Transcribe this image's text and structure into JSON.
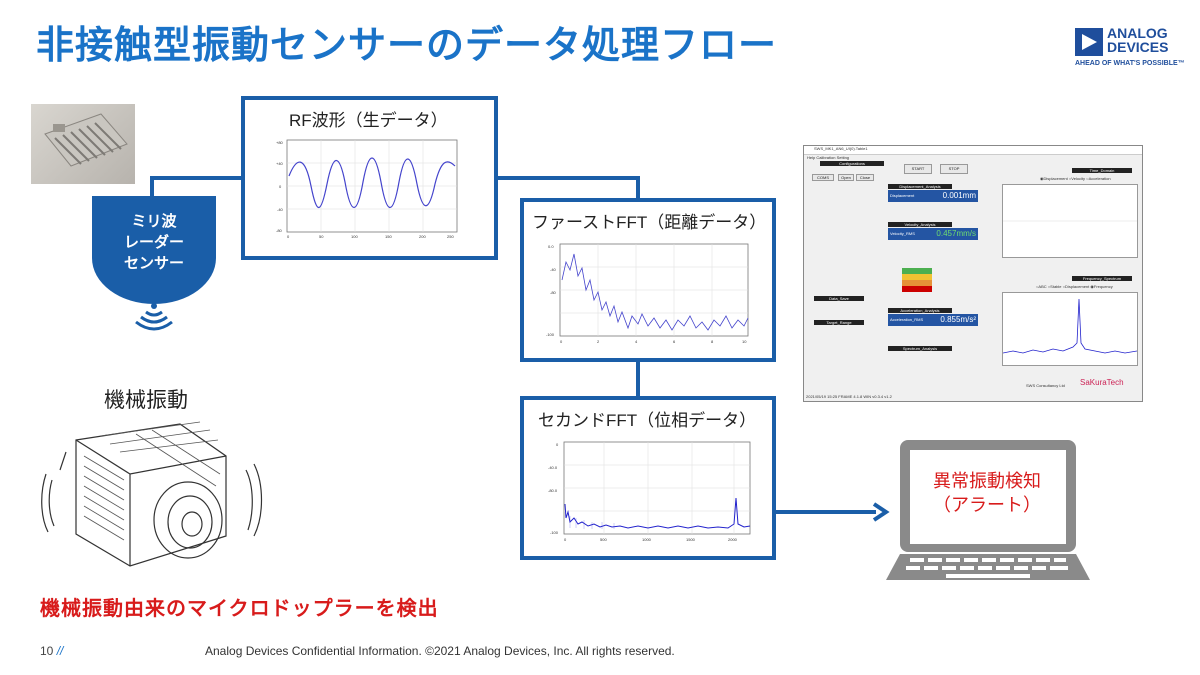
{
  "title": "非接触型振動センサーのデータ処理フロー",
  "logo": {
    "line1": "ANALOG",
    "line2": "DEVICES",
    "tagline": "AHEAD OF WHAT'S POSSIBLE™"
  },
  "sensor": {
    "line1": "ミリ波",
    "line2": "レーダー",
    "line3": "センサー"
  },
  "panels": {
    "rf": {
      "title": "RF波形（生データ）",
      "yticks": [
        "+80",
        "+40",
        "0",
        "-40",
        "-80"
      ],
      "xticks": [
        "0",
        "50",
        "100",
        "150",
        "200",
        "250"
      ]
    },
    "fft1": {
      "title": "ファーストFFT（距離データ）",
      "yticks": [
        "0.0",
        "-40",
        "-80",
        "-100"
      ],
      "xticks": [
        "0",
        "2",
        "4",
        "6",
        "8",
        "10"
      ]
    },
    "fft2": {
      "title": "セカンドFFT（位相データ）",
      "yticks": [
        "0",
        "-40.0",
        "-80.0",
        "-100"
      ],
      "xticks": [
        "0",
        "500",
        "1000",
        "1500",
        "2000"
      ]
    }
  },
  "machine_caption": "機械振動",
  "red_caption": "機械振動由来のマイクロドップラーを検出",
  "laptop": {
    "line1": "異常振動検知",
    "line2": "（アラート）"
  },
  "footer": {
    "page": "10",
    "sep": "//",
    "text": "Analog Devices Confidential Information. ©2021 Analog Devices, Inc. All rights reserved."
  },
  "app": {
    "window_title": "SWS_MK1_AN6_UI(0).Table1",
    "menu": "Help  Calibration  Setting",
    "config": "Configurations",
    "connect": "COMS",
    "open": "Open",
    "close": "Close",
    "start": "START",
    "stop": "STOP",
    "disp_header": "Displacement_Analysis",
    "disp_label": "Displacement",
    "disp_value": "0.001mm",
    "vel_header": "Velocity_Analysis",
    "vel_label": "Velocity_RMS",
    "vel_value": "0.457mm/s",
    "acc_header": "Acceleration_Analysis",
    "acc_label": "Acceleration_RMS",
    "acc_value": "0.855m/s²",
    "spec_header": "Spectrum_Analysis",
    "time_header": "Time_Domain",
    "freq_header": "Frequency_Spectrum",
    "time_options": "◉Displacement ○Velocity ○Acceleration",
    "freq_options": "○ABC ○Stable ○Displacement ◉Frequency",
    "data_save": "Data_Save",
    "target_range": "Target_Range",
    "brand": "SaKuraTech",
    "copyright": "SWS Consultancy Ltd",
    "status": "2021/05/19 15:25 FRAME 4.1.8 WIN v0.3.4 v1.2"
  }
}
